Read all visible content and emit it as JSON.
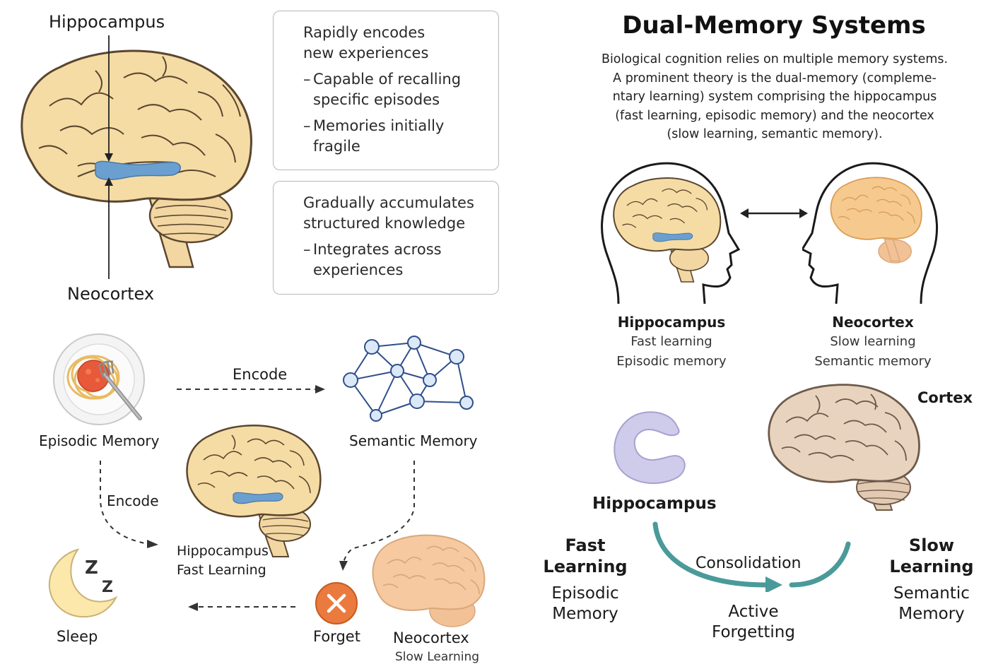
{
  "left": {
    "top_label_hippocampus": "Hippocampus",
    "top_label_neocortex": "Neocortex",
    "box1": {
      "lead": "Rapidly encodes new experiences",
      "bullets": [
        "Capable of recalling specific episodes",
        "Memories initially fragile"
      ]
    },
    "box2": {
      "lead": "Gradually accumulates structured knowledge",
      "bullets": [
        "Integrates across experiences"
      ]
    },
    "flow": {
      "episodic": "Episodic Memory",
      "encode_top": "Encode",
      "semantic": "Semantic Memory",
      "encode_side": "Encode",
      "hippo_line1": "Hippocampus",
      "hippo_line2": "Fast Learning",
      "sleep": "Sleep",
      "forget": "Forget",
      "neo_line1": "Neocortex",
      "neo_line2": "Slow Learning"
    }
  },
  "right": {
    "title": "Dual-Memory Systems",
    "intro": [
      "Biological cognition relies on multiple memory systems.",
      "A prominent theory is the dual-memory (compleme-",
      "ntary learning) system comprising the hippocampus",
      "(fast learning, episodic memory) and the neocortex",
      "(slow learning, semantic memory)."
    ],
    "heads": {
      "left": {
        "name": "Hippocampus",
        "line1": "Fast learning",
        "line2": "Episodic memory"
      },
      "right": {
        "name": "Neocortex",
        "line1": "Slow learning",
        "line2": "Semantic memory"
      }
    },
    "bottom": {
      "cortex": "Cortex",
      "hippocampus": "Hippocampus",
      "fast_learning": "Fast Learning",
      "episodic": "Episodic Memory",
      "consolidation": "Consolidation",
      "active_forgetting": "Active Forgetting",
      "slow_learning": "Slow Learning",
      "semantic": "Semantic Memory"
    }
  },
  "colors": {
    "brain_fill": "#f5dca4",
    "brain_stroke": "#5a4630",
    "hippocampus_blue": "#6b9fcf",
    "neocortex_peach": "#f6c98e",
    "cortex_tan": "#e8d3bf",
    "hippo_lavender": "#cfcbea",
    "teal_arrow": "#4b9a9a",
    "forget_orange": "#ea7a3e"
  }
}
